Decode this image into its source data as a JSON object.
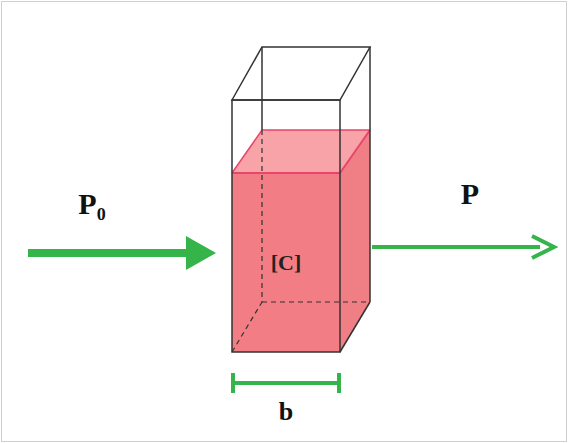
{
  "diagram": {
    "nodes": [
      {
        "text": [
          "[C]"
        ]
      }
    ],
    "labels": [
      "P₀",
      "P",
      "b"
    ]
  }
}
